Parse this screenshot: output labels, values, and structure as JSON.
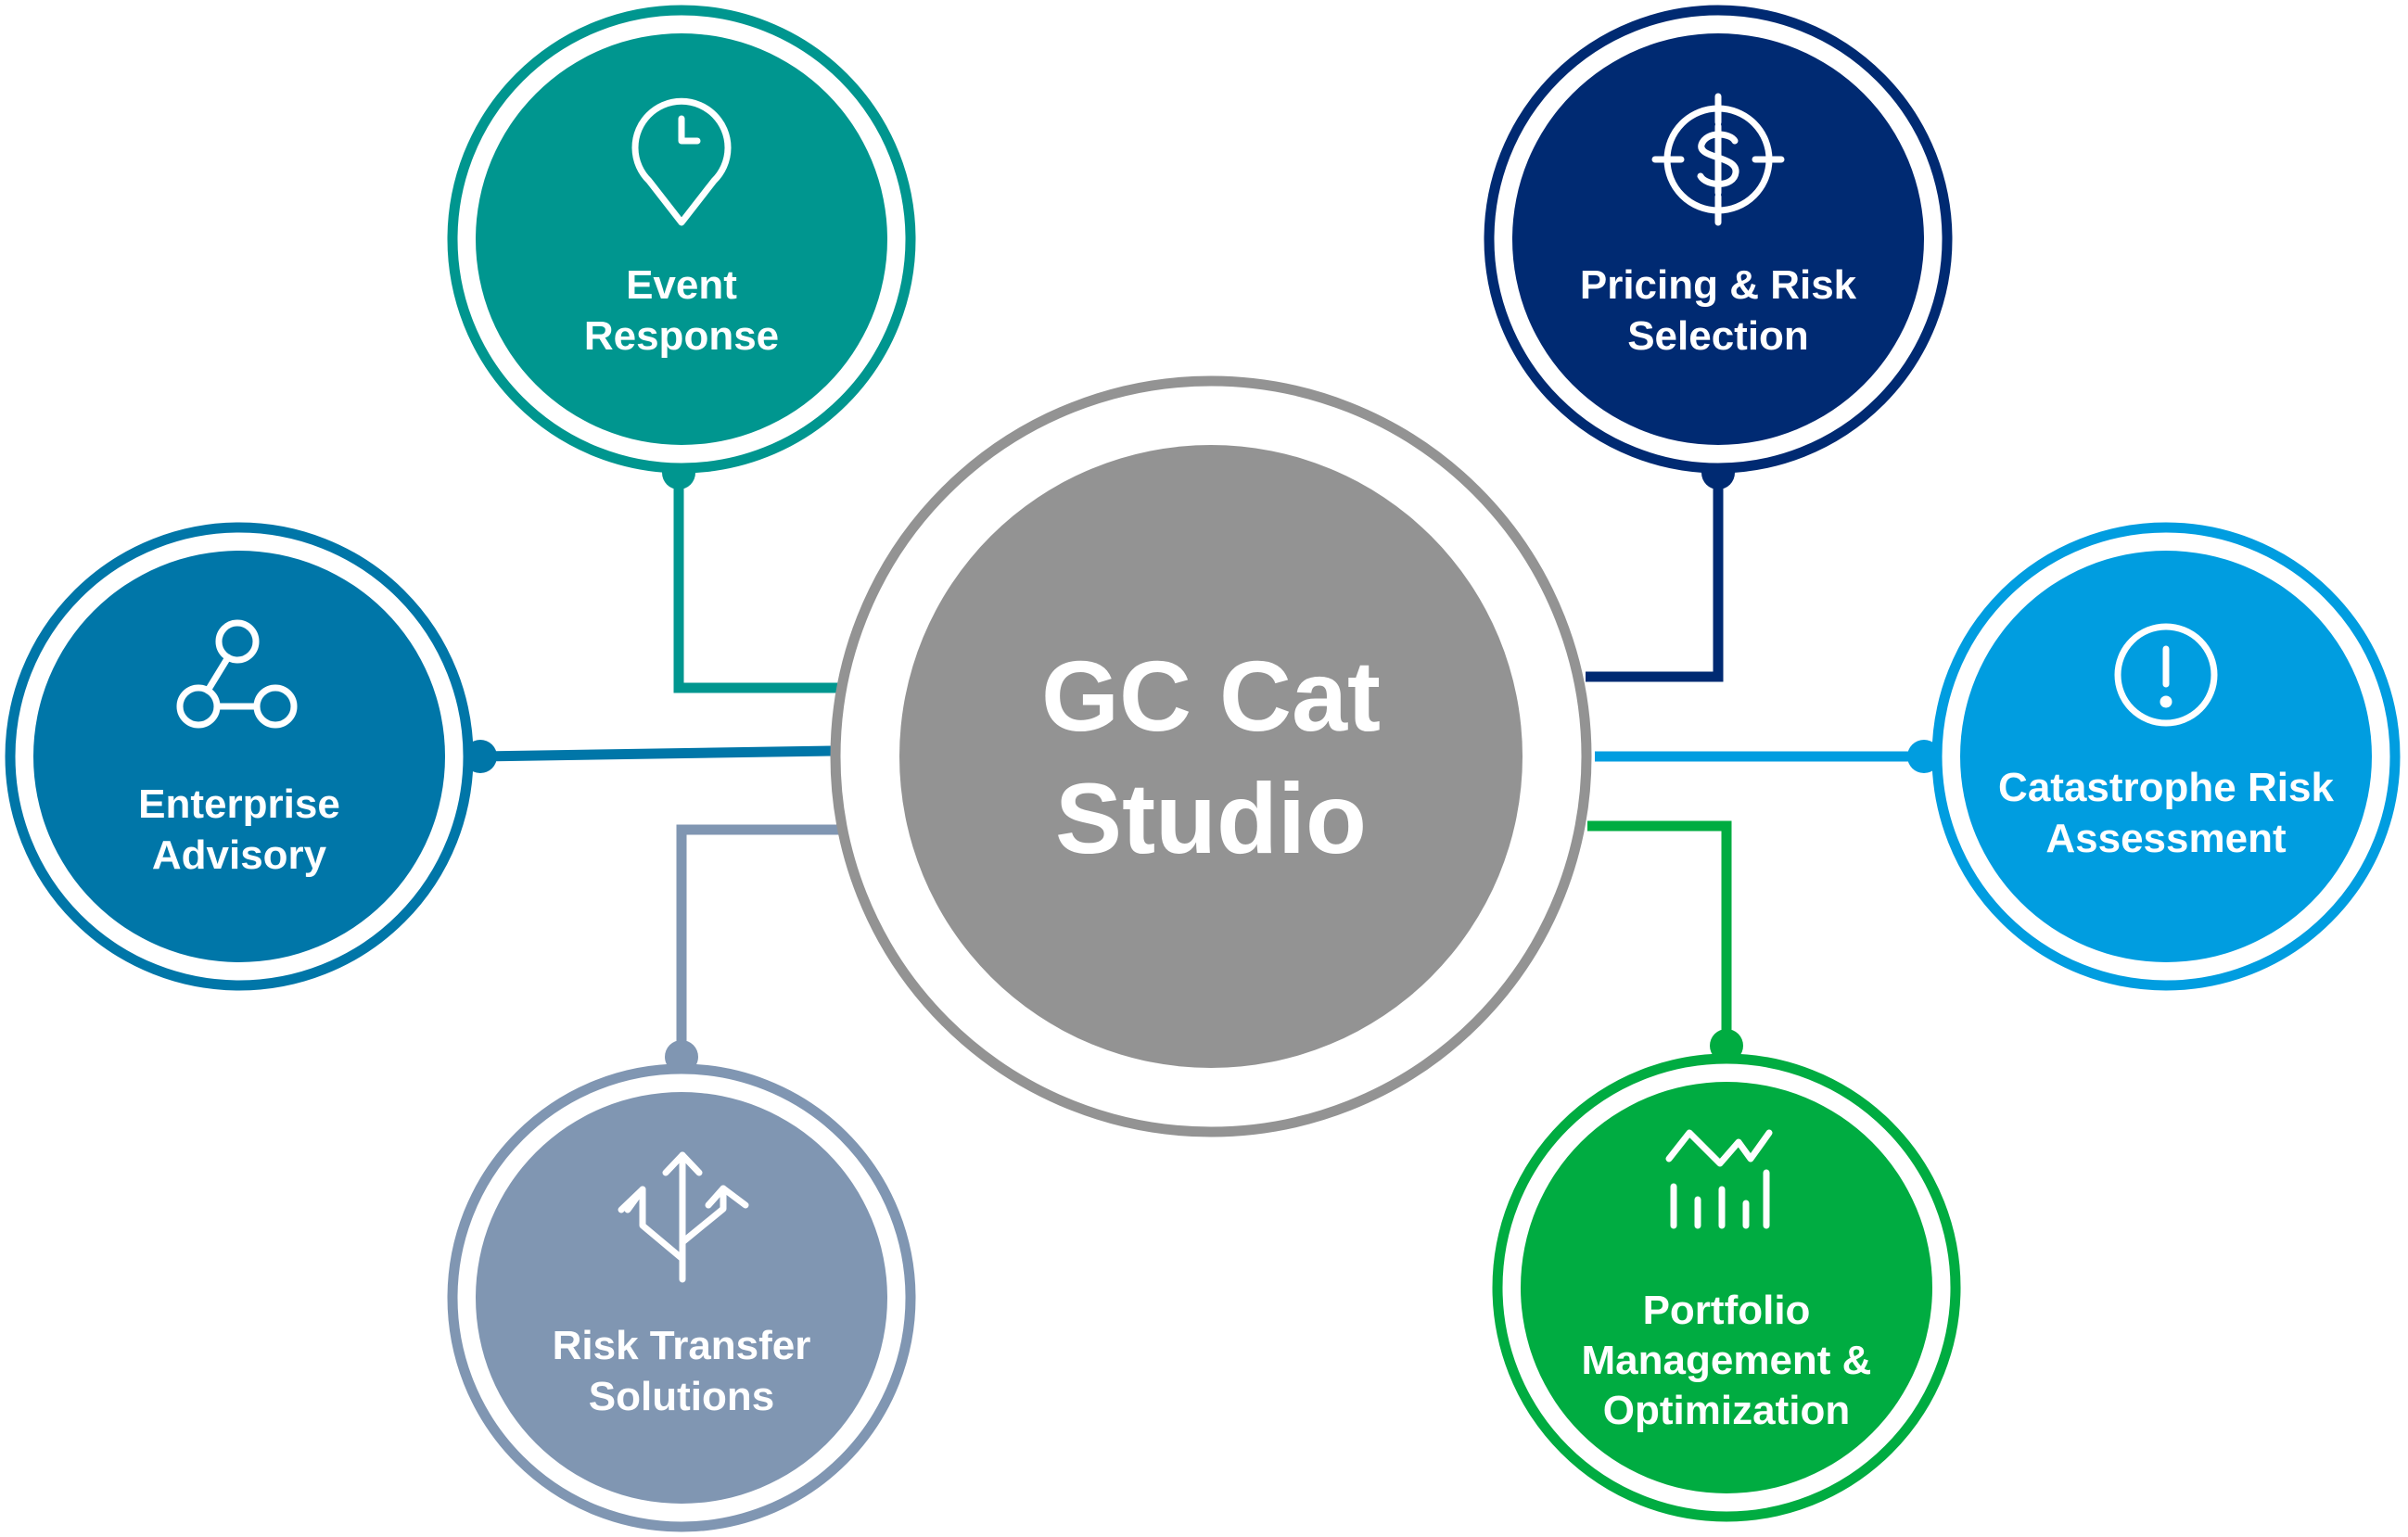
{
  "center": {
    "title_line1": "GC Cat",
    "title_line2": "Studio",
    "color": "#939393"
  },
  "nodes": {
    "event_response": {
      "line1": "Event",
      "line2": "Response",
      "icon": "location-clock-icon",
      "color": "#00968F"
    },
    "pricing_risk_selection": {
      "line1": "Pricing & Risk",
      "line2": "Selection",
      "icon": "dollar-target-icon",
      "color": "#002A72"
    },
    "enterprise_advisory": {
      "line1": "Enterprise",
      "line2": "Advisory",
      "icon": "network-nodes-icon",
      "color": "#0076A8"
    },
    "catastrophe_risk_assessment": {
      "line1": "Catastrophe Risk",
      "line2": "Assessment",
      "icon": "alert-circle-icon",
      "color": "#009DE0"
    },
    "risk_transfer_solutions": {
      "line1": "Risk Transfer",
      "line2": "Solutions",
      "icon": "branching-arrows-icon",
      "color": "#8096B2"
    },
    "portfolio_management": {
      "line1": "Portfolio",
      "line2": "Management &",
      "line3": "Optimization",
      "icon": "chart-trend-icon",
      "color": "#00AC41"
    }
  }
}
